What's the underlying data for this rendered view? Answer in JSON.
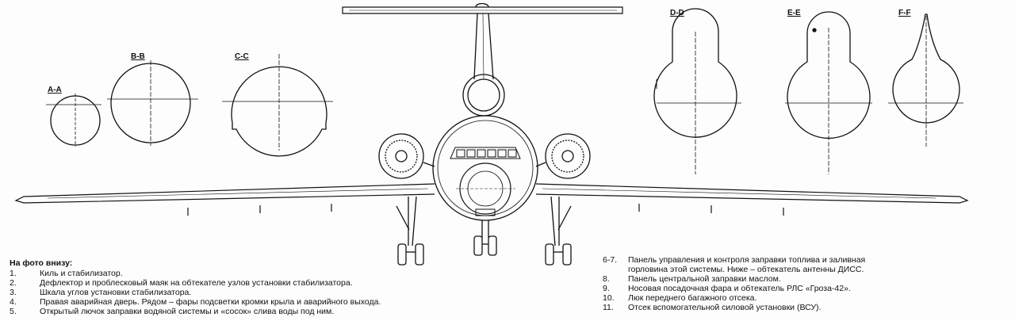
{
  "sections": {
    "aa": "A-A",
    "bb": "B-B",
    "cc": "C-C",
    "dd": "D-D",
    "ee": "E-E",
    "ff": "F-F"
  },
  "left_caption": {
    "header": "На фото внизу:",
    "items": [
      {
        "num": "1.",
        "text": "Киль и стабилизатор."
      },
      {
        "num": "2.",
        "text": "Дефлектор и проблесковый маяк на обтекателе узлов установки стабилизатора."
      },
      {
        "num": "3.",
        "text": "Шкала углов установки стабилизатора."
      },
      {
        "num": "4.",
        "text": "Правая аварийная дверь. Рядом – фары подсветки кромки крыла и аварийного выхода."
      },
      {
        "num": "5.",
        "text": "Открытый лючок заправки водяной системы и «сосок» слива воды под ним."
      }
    ]
  },
  "right_caption": {
    "items": [
      {
        "num": "6-7.",
        "text": "Панель управления и контроля заправки топлива и заливная"
      },
      {
        "num": "",
        "text": "горловина этой системы. Ниже – обтекатель антенны ДИСС."
      },
      {
        "num": "8.",
        "text": "Панель центральной заправки маслом."
      },
      {
        "num": "9.",
        "text": "Носовая посадочная фара и обтекатель РЛС «Гроза-42»."
      },
      {
        "num": "10.",
        "text": "Люк переднего багажного отсека."
      },
      {
        "num": "11.",
        "text": "Отсек вспомогательной силовой установки (ВСУ)."
      }
    ]
  }
}
